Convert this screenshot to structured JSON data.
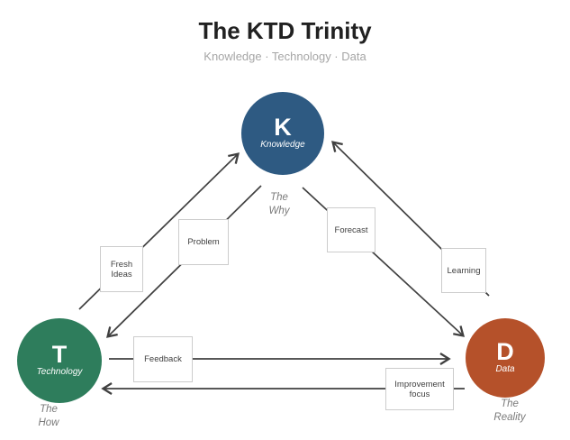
{
  "title": "The KTD Trinity",
  "subtitle": "Knowledge · Technology · Data",
  "nodes": {
    "knowledge": {
      "letter": "K",
      "label": "Knowledge",
      "caption": [
        "The",
        "Why"
      ],
      "color": "#2E5A82"
    },
    "technology": {
      "letter": "T",
      "label": "Technology",
      "caption": [
        "The",
        "How"
      ],
      "color": "#2E7D5C"
    },
    "data": {
      "letter": "D",
      "label": "Data",
      "caption": [
        "The",
        "Reality"
      ],
      "color": "#B5512A"
    }
  },
  "edges": {
    "fresh_ideas": {
      "label": [
        "Fresh",
        "Ideas"
      ],
      "from": "Technology",
      "to": "Knowledge"
    },
    "problem": {
      "label": [
        "Problem"
      ],
      "from": "Knowledge",
      "to": "Technology"
    },
    "forecast": {
      "label": [
        "Forecast"
      ],
      "from": "Knowledge",
      "to": "Data"
    },
    "learning": {
      "label": [
        "Learning"
      ],
      "from": "Data",
      "to": "Knowledge"
    },
    "feedback": {
      "label": [
        "Feedback"
      ],
      "from": "Technology",
      "to": "Data"
    },
    "improvement": {
      "label": [
        "Improvement",
        "focus"
      ],
      "from": "Data",
      "to": "Technology"
    }
  },
  "colors": {
    "arrow": "#404040",
    "box_border": "#CCCCCC",
    "box_text": "#404040",
    "caption_text": "#7A7A7A",
    "subtitle_text": "#A6A6A6",
    "title_text": "#212121"
  }
}
